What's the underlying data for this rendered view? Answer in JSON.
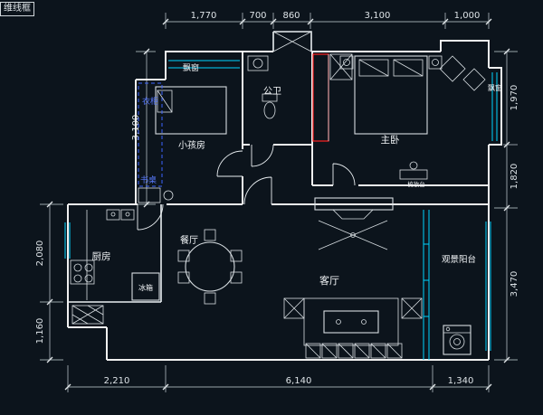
{
  "viewport": {
    "label": "维线框"
  },
  "dimensions": {
    "top": [
      "1,770",
      "700",
      "860",
      "3,100",
      "1,000"
    ],
    "left": [
      "3,100",
      "2,080",
      "1,160"
    ],
    "right": [
      "1,970",
      "1,820",
      "3,470"
    ],
    "bottom": [
      "2,210",
      "6,140",
      "1,340"
    ]
  },
  "labels": {
    "bay_window_top": "飘窗",
    "bathroom": "公卫",
    "master_bedroom": "主卧",
    "bay_window_right": "飘窗",
    "wardrobe": "衣柜",
    "kids_room": "小孩房",
    "desk": "书桌",
    "kitchen": "厨房",
    "fridge": "冰箱",
    "dining_room": "餐厅",
    "living_room": "客厅",
    "balcony": "观景阳台",
    "dressing_table": "梳妆台"
  },
  "colors": {
    "background": "#0c141c",
    "wall": "#f0f0f0",
    "window": "#00d4ff",
    "dimension": "#dde3e7",
    "accent_blue": "#3c64ff",
    "accent_red": "#ff2222"
  }
}
